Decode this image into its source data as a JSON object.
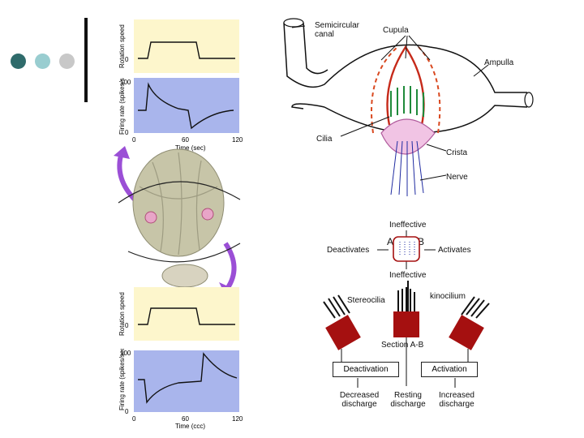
{
  "decor": {
    "dot_colors": [
      "#2f6b6b",
      "#99cdd0",
      "#c8c8c8"
    ]
  },
  "plots": {
    "top_speed_ylabel": "Rotation speed",
    "top_rate_ylabel": "Firing rate (spikes/sec)",
    "top_xlabel": "Time (sec)",
    "bottom_speed_ylabel": "Rotation speed",
    "bottom_rate_ylabel": "Firing rate (spikes/sec)",
    "bottom_xlabel": "Time (ccc)",
    "speed_ytick_zero": "0",
    "rate_ytick_max": "100",
    "rate_ytick_zero": "0",
    "xticks": [
      "0",
      "60",
      "120"
    ],
    "colors": {
      "speed_bg": "#fdf6cc",
      "rate_bg": "#a9b5ec",
      "trace": "#111111",
      "arrow": "#9b4fd6"
    }
  },
  "ear": {
    "semicircular_canal": "Semicircular canal",
    "cupula": "Cupula",
    "ampulla": "Ampulla",
    "cilia": "Cilia",
    "crista": "Crista",
    "nerve": "Nerve"
  },
  "hair_cell": {
    "ineffective_top": "Ineffective",
    "ineffective_bottom": "Ineffective",
    "deactivates": "Deactivates",
    "activates": "Activates",
    "label_a": "A",
    "label_b": "B",
    "stereocilia": "Stereocilia",
    "kinocilium": "kinocilium",
    "section": "Section A-B",
    "deactivation": "Deactivation",
    "activation": "Activation",
    "decreased": "Decreased discharge",
    "resting": "Resting discharge",
    "increased": "Increased discharge",
    "cell_color": "#a51010"
  }
}
